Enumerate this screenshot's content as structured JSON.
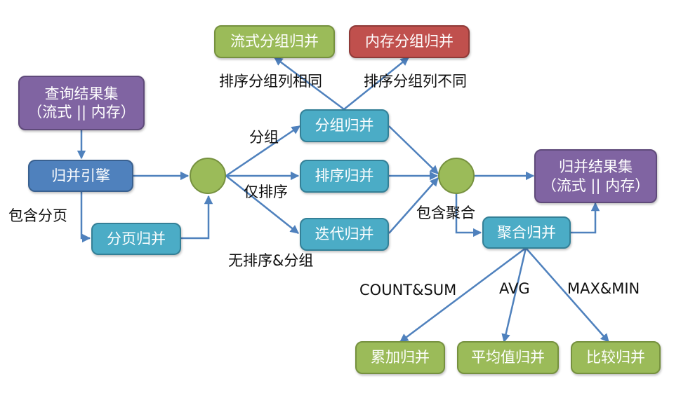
{
  "nodes": {
    "query_result": {
      "line1": "查询结果集",
      "line2": "（流式 || 内存）"
    },
    "merge_engine": {
      "label": "归并引擎"
    },
    "pagination_merge": {
      "label": "分页归并"
    },
    "group_merge": {
      "label": "分组归并"
    },
    "order_merge": {
      "label": "排序归并"
    },
    "iterator_merge": {
      "label": "迭代归并"
    },
    "stream_group_merge": {
      "label": "流式分组归并"
    },
    "memory_group_merge": {
      "label": "内存分组归并"
    },
    "merge_result": {
      "line1": "归并结果集",
      "line2": "（流式 || 内存）"
    },
    "aggregation_merge": {
      "label": "聚合归并"
    },
    "accumulate_merge": {
      "label": "累加归并"
    },
    "average_merge": {
      "label": "平均值归并"
    },
    "compare_merge": {
      "label": "比较归并"
    }
  },
  "edge_labels": {
    "contains_pagination": "包含分页",
    "group": "分组",
    "order_only": "仅排序",
    "no_order_group": "无排序&分组",
    "same_columns": "排序分组列相同",
    "diff_columns": "排序分组列不同",
    "contains_aggregation": "包含聚合",
    "count_sum": "COUNT&SUM",
    "avg": "AVG",
    "max_min": "MAX&MIN"
  },
  "colors": {
    "purple": "#8064a2",
    "blue": "#4f81bd",
    "cyan": "#4bacc6",
    "green": "#9bbb59",
    "red": "#c0504d",
    "edge": "#4f81bd"
  }
}
